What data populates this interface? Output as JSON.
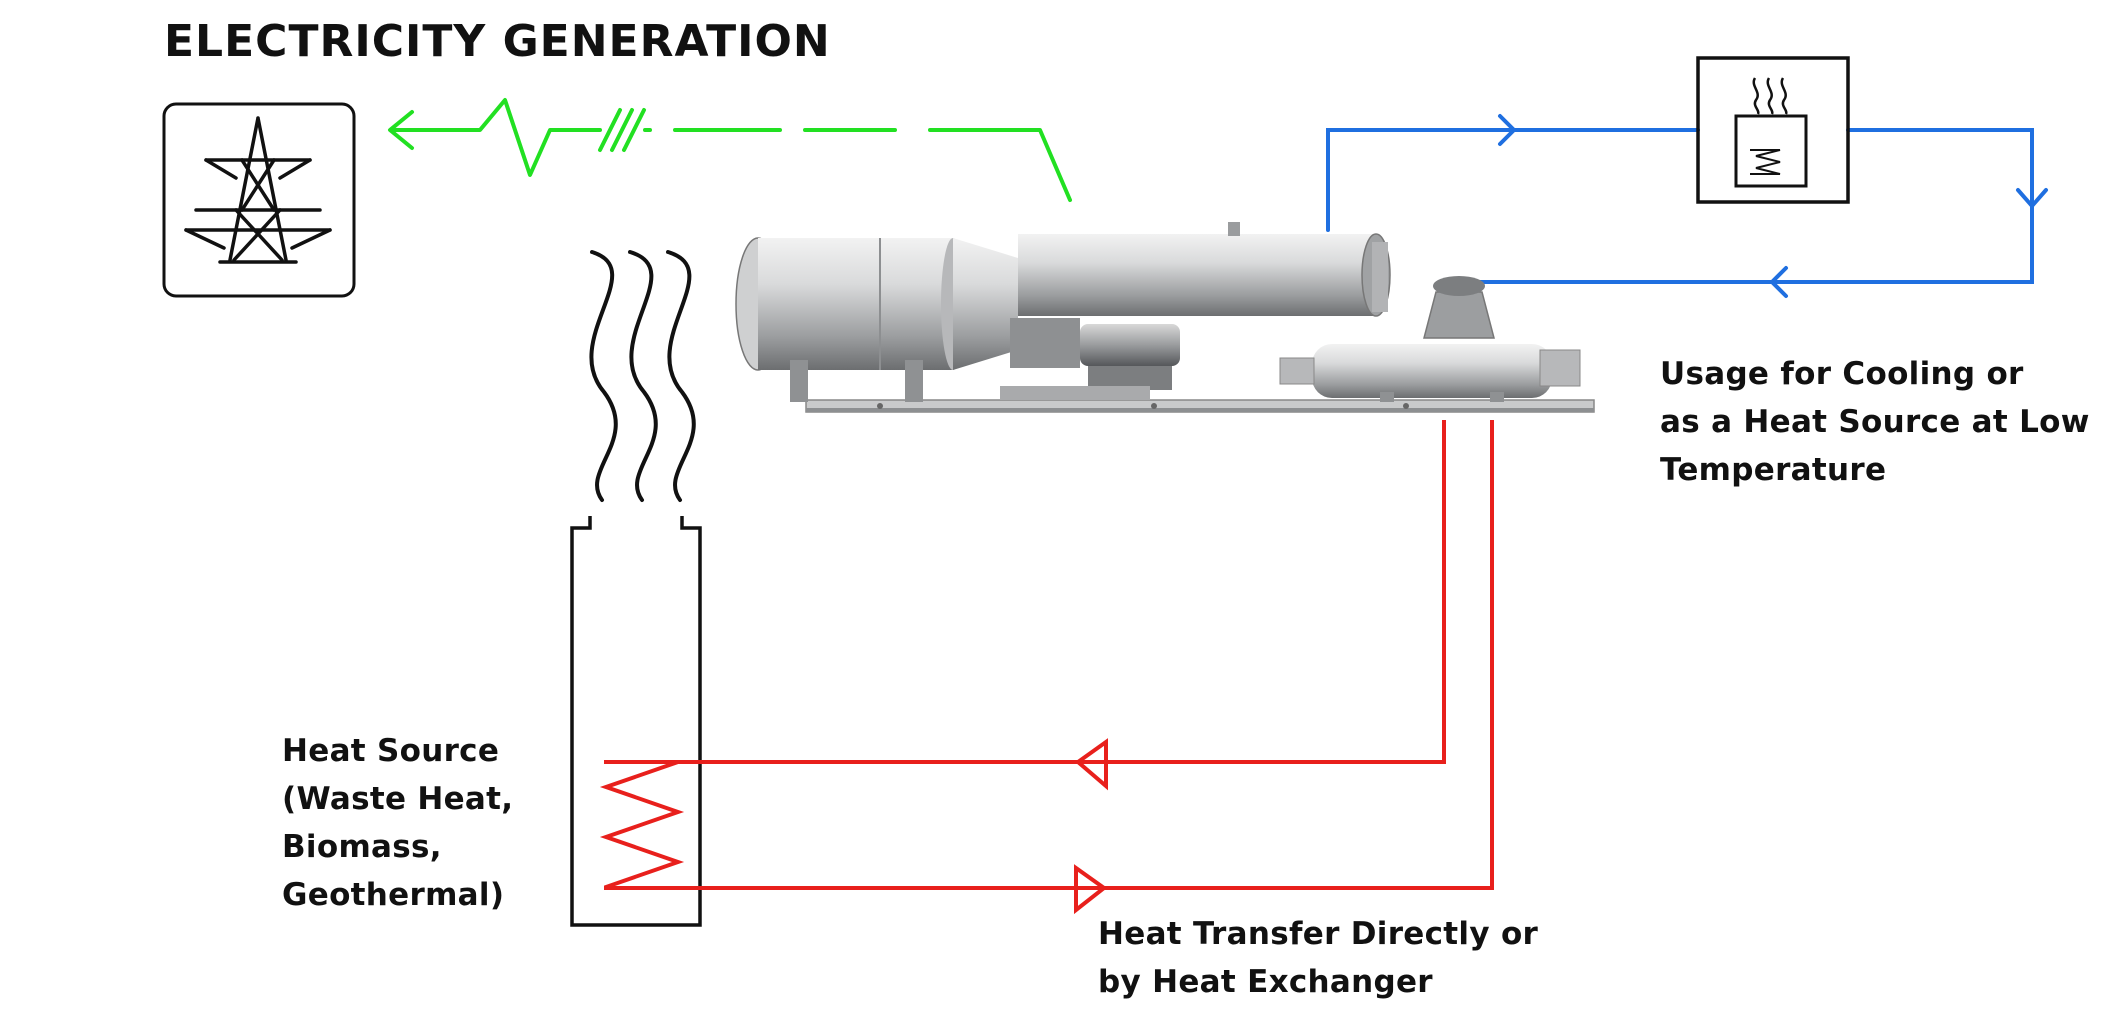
{
  "title": "ELECTRICITY GENERATION",
  "labels": {
    "usage": "Usage for Cooling or\nas a Heat Source at Low\nTemperature",
    "heat_source": "Heat Source\n(Waste Heat,\nBiomass,\nGeothermal)",
    "heat_transfer": "Heat Transfer Directly or\nby Heat Exchanger"
  },
  "icons": [
    "power-tower-icon",
    "heat-consumer-icon",
    "chimney-smoke-icon",
    "heating-coil-icon"
  ],
  "colors": {
    "electric_line": "#22e022",
    "cooling_loop": "#1f6fe0",
    "heat_loop": "#e8201c",
    "outline": "#111111",
    "machine_body": "#a6a8aa"
  }
}
